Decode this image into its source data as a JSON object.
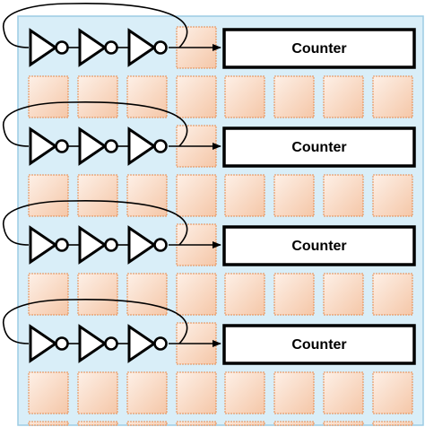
{
  "diagram": {
    "counters": [
      {
        "label": "Counter"
      },
      {
        "label": "Counter"
      },
      {
        "label": "Counter"
      },
      {
        "label": "Counter"
      }
    ],
    "inverters_per_chain": 3,
    "grid": {
      "rows": 10,
      "columns": 8
    },
    "colors": {
      "board": "#d9eef8",
      "board_border": "#9ccbe4",
      "cell_light": "#fdf0e7",
      "cell_dark": "#f5c7a8",
      "cell_border": "#e58a4e",
      "wire": "#000000"
    }
  }
}
